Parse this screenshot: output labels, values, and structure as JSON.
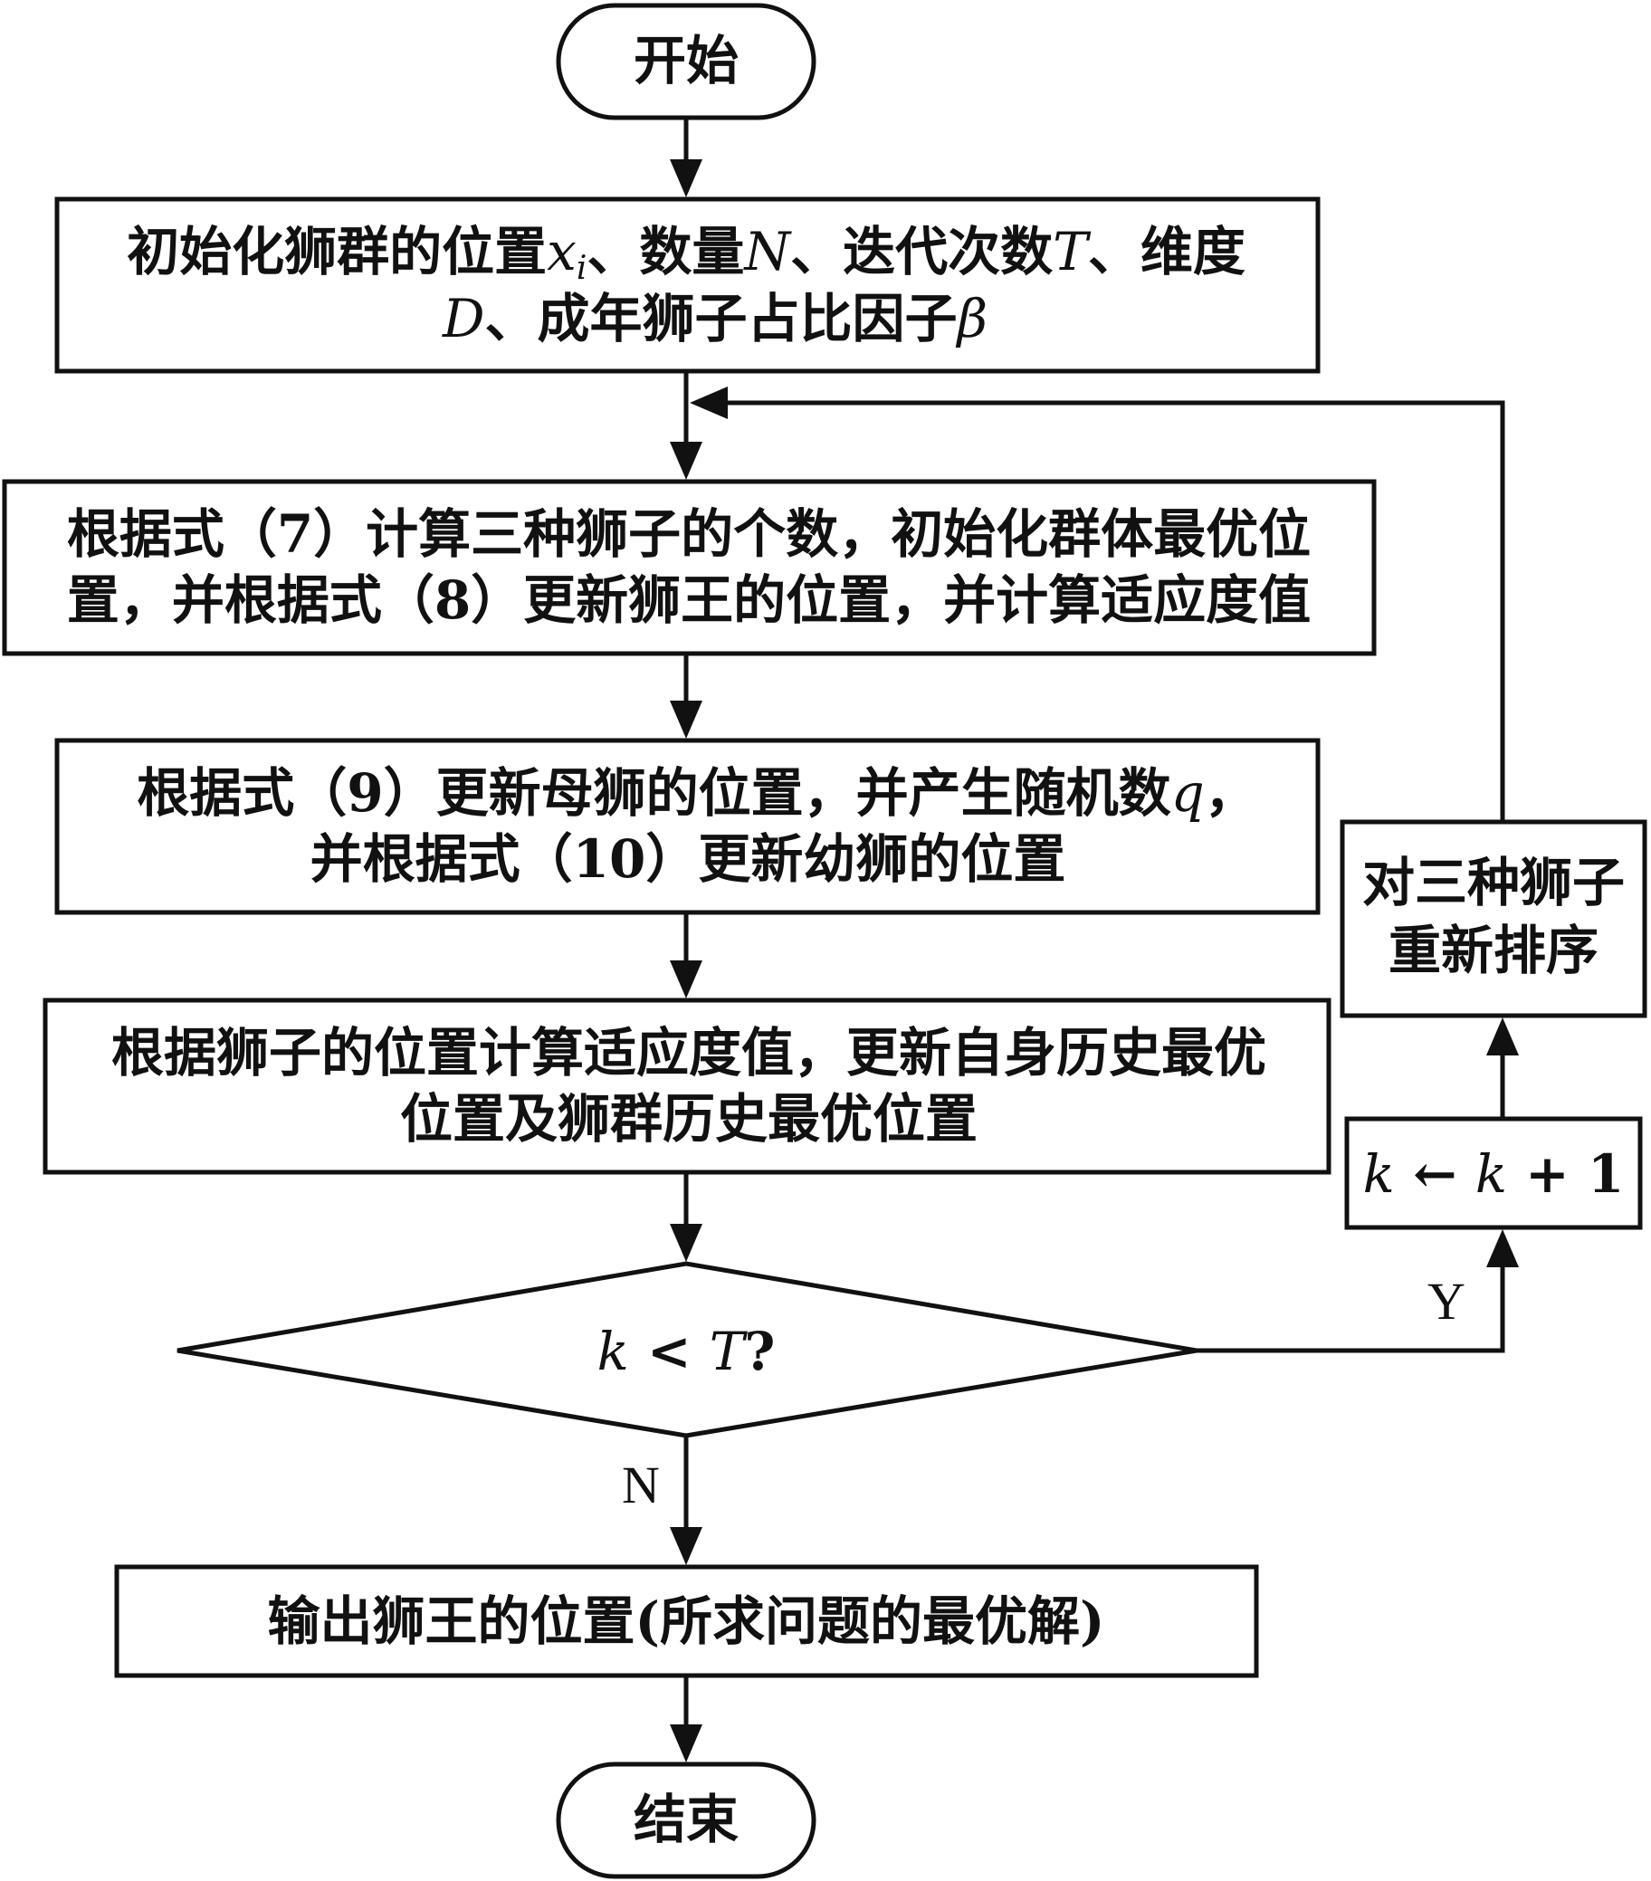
{
  "nodes": {
    "start": {
      "text": "开始"
    },
    "init": {
      "line1": {
        "pre": "初始化狮群的位置",
        "x": "x",
        "i": "i",
        "mid1": "、数量",
        "N": "N",
        "mid2": "、迭代次数",
        "T": "T",
        "post": "、维度"
      },
      "line2": {
        "D": "D",
        "post": "、成年狮子占比因子",
        "beta": "β"
      }
    },
    "step1": {
      "line1": "根据式（7）计算三种狮子的个数，初始化群体最优位",
      "line2": "置，并根据式（8）更新狮王的位置，并计算适应度值"
    },
    "step2": {
      "line1": {
        "pre": "根据式（9）更新母狮的位置，并产生随机数",
        "q": "q",
        "post": "，"
      },
      "line2": "并根据式（10）更新幼狮的位置"
    },
    "step3": {
      "line1": "根据狮子的位置计算适应度值，更新自身历史最优",
      "line2": "位置及狮群历史最优位置"
    },
    "decision": {
      "k": "k",
      "op": " < ",
      "T": "T",
      "q": "?"
    },
    "increment": {
      "k1": "k",
      "arrow": " ← ",
      "k2": "k",
      "plus": " + 1"
    },
    "reorder": {
      "line1": "对三种狮子",
      "line2": "重新排序"
    },
    "output": {
      "text": "输出狮王的位置(所求问题的最优解)"
    },
    "end": {
      "text": "结束"
    }
  },
  "edge_labels": {
    "yes": "Y",
    "no": "N"
  }
}
